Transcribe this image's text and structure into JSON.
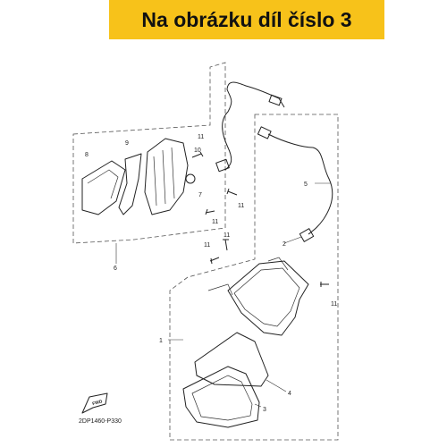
{
  "banner": {
    "text": "Na obrázku díl číslo 3",
    "background": "#f7c21a"
  },
  "diagram": {
    "code": "2DP1460-P330",
    "fwd_label": "FWD",
    "callouts": {
      "c1": "1",
      "c2": "2",
      "c3": "3",
      "c4": "4",
      "c5": "5",
      "c6": "6",
      "c7": "7",
      "c8": "8",
      "c9": "9",
      "c10": "10",
      "c11a": "11",
      "c11b": "11",
      "c11c": "11",
      "c11d": "11",
      "c11e": "11",
      "c11f": "11"
    }
  }
}
